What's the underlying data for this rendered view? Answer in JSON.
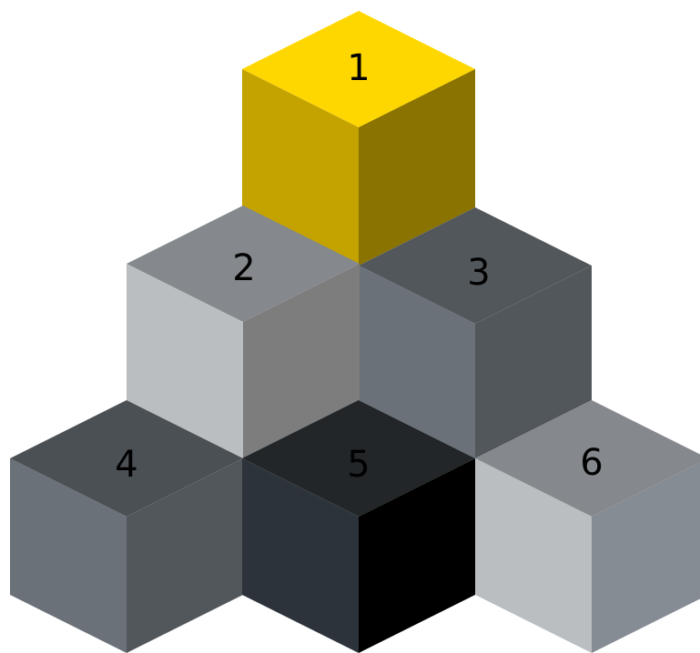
{
  "cubes": [
    {
      "id": "1",
      "label": "1",
      "top": "#FFD700",
      "left": "#C4A300",
      "right": "#8A7300"
    },
    {
      "id": "2",
      "label": "2",
      "top": "#85888C",
      "left": "#BABEC1",
      "right": "#7D7D7D"
    },
    {
      "id": "3",
      "label": "3",
      "top": "#52575C",
      "left": "#6A7178",
      "right": "#52575C"
    },
    {
      "id": "4",
      "label": "4",
      "top": "#4B5055",
      "left": "#6A7178",
      "right": "#52575C"
    },
    {
      "id": "5",
      "label": "5",
      "top": "#222629",
      "left": "#2D333B",
      "right": "#000000"
    },
    {
      "id": "6",
      "label": "6",
      "top": "#85888C",
      "left": "#BABEC1",
      "right": "#858C94"
    }
  ]
}
